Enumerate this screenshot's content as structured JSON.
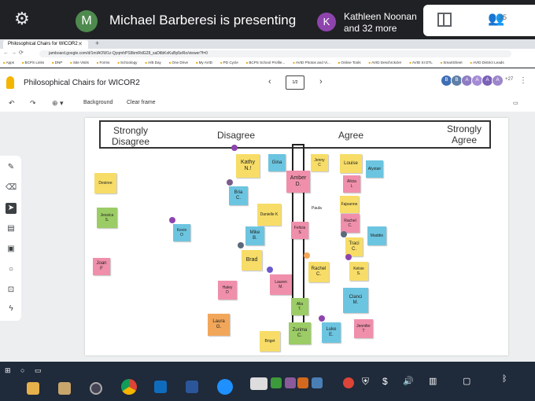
{
  "meet": {
    "presenter_initial": "M",
    "presenting_text": "Michael Barberesi is presenting",
    "viewer_initial": "K",
    "viewer_line1": "Kathleen Noonan",
    "viewer_line2": "and 32 more",
    "people_count": "35"
  },
  "browser": {
    "tab_title": "Philosophical Chairs for WICOR2",
    "url": "jamboard.google.com/d/1mIAOW1z-QyqmhPS9bmRdG28_saDtlbKxKuBp5eRo/viewer?f=0",
    "bookmarks": [
      "Apps",
      "BCPS Links",
      "DNP",
      "Site Visits",
      "Forms",
      "Schoology",
      "A/B Day",
      "One Drive",
      "My AVID",
      "PD Cycle",
      "BCPS School Profile...",
      "AVID Photos and Vi...",
      "Online Tools",
      "AVID Deschrckcler",
      "AVID SI DTL",
      "SmartSheet",
      "AVID District Leads"
    ]
  },
  "jamboard": {
    "title": "Philosophical Chairs for WICOR2",
    "frame_indicator": "1/2",
    "background_label": "Background",
    "clear_label": "Clear frame",
    "extra_count": "+27",
    "collaborators": [
      {
        "initial": "B",
        "color": "#3f6fb5"
      },
      {
        "initial": "B",
        "color": "#5f7fa8"
      },
      {
        "initial": "A",
        "color": "#8e7cc3"
      },
      {
        "initial": "A",
        "color": "#a58bd6"
      },
      {
        "initial": "A",
        "color": "#7b61b8"
      },
      {
        "initial": "A",
        "color": "#9d86cc"
      }
    ]
  },
  "board": {
    "labels": {
      "strongly_disagree": "Strongly\nDisagree",
      "disagree": "Disagree",
      "agree": "Agree",
      "strongly_agree": "Strongly\nAgree"
    },
    "notes": [
      {
        "id": "kathy",
        "text": "Kathy\nN.!",
        "color": "y"
      },
      {
        "id": "gina",
        "text": "Gina",
        "color": "b"
      },
      {
        "id": "jenny",
        "text": "Jenny\nC",
        "color": "y"
      },
      {
        "id": "louise",
        "text": "Louise",
        "color": "y"
      },
      {
        "id": "alystair",
        "text": "Alystair",
        "color": "b"
      },
      {
        "id": "desiree",
        "text": "Desiree",
        "color": "y"
      },
      {
        "id": "amber",
        "text": "Amber\nD.",
        "color": "p"
      },
      {
        "id": "alicia",
        "text": "Alicia\nL",
        "color": "p"
      },
      {
        "id": "bria",
        "text": "Bria\nC.",
        "color": "b"
      },
      {
        "id": "jessica",
        "text": "Jessica\nS.",
        "color": "g"
      },
      {
        "id": "danielle",
        "text": "Danielle K",
        "color": "y"
      },
      {
        "id": "fajoanne",
        "text": "Fajoanne",
        "color": "y"
      },
      {
        "id": "kevin",
        "text": "Kevin\nO",
        "color": "b"
      },
      {
        "id": "felicia",
        "text": "Felicia\nS",
        "color": "p"
      },
      {
        "id": "rachel-c1",
        "text": "Rachel\nC.",
        "color": "p"
      },
      {
        "id": "mike",
        "text": "Mike\nB.",
        "color": "b"
      },
      {
        "id": "maddie",
        "text": "Maddie",
        "color": "b"
      },
      {
        "id": "traci",
        "text": "Traci\nC.",
        "color": "y"
      },
      {
        "id": "joan",
        "text": "Joan\nF",
        "color": "p"
      },
      {
        "id": "brad",
        "text": "Brad",
        "color": "y"
      },
      {
        "id": "rachel-c2",
        "text": "Rachel\nC.",
        "color": "y"
      },
      {
        "id": "kelsie",
        "text": "Kelsie\nS.",
        "color": "y"
      },
      {
        "id": "lauren",
        "text": "Lauren\nM.",
        "color": "p"
      },
      {
        "id": "haley",
        "text": "Haley\nD",
        "color": "p"
      },
      {
        "id": "clanci",
        "text": "Clanci\nM.",
        "color": "b"
      },
      {
        "id": "alia",
        "text": "Alia\nT.",
        "color": "g"
      },
      {
        "id": "laura",
        "text": "Laura\nG.",
        "color": "o"
      },
      {
        "id": "jennifer",
        "text": "Jennifer T",
        "color": "p"
      },
      {
        "id": "zurima",
        "text": "Zurima\nC.",
        "color": "g"
      },
      {
        "id": "luke",
        "text": "Luke\nE.",
        "color": "b"
      },
      {
        "id": "briget",
        "text": "Briget",
        "color": "y"
      }
    ],
    "free_text": "Paula"
  },
  "colors": {
    "meet_bg": "#202124",
    "note_yellow": "#f7dd67",
    "note_pink": "#f08fab",
    "note_blue": "#6cc5e0",
    "note_green": "#9ccc65",
    "note_orange": "#f2a65a"
  }
}
